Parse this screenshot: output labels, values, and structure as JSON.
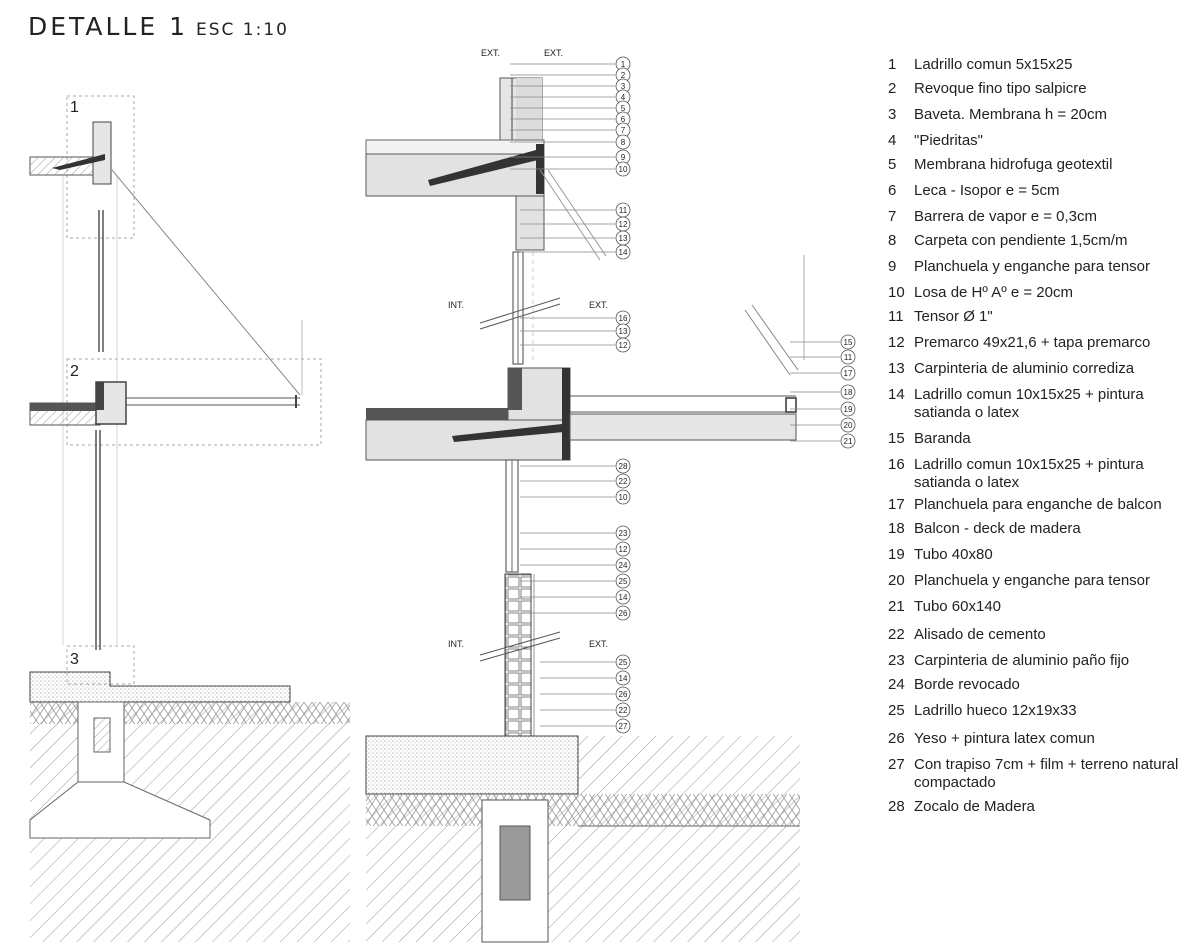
{
  "title": {
    "main": "DETALLE 1",
    "scale": "ESC 1:10"
  },
  "zones": [
    "1",
    "2",
    "3"
  ],
  "ext_int": {
    "ext": "EXT.",
    "int": "INT."
  },
  "legend": [
    {
      "n": "1",
      "text": "Ladrillo comun 5x15x25"
    },
    {
      "n": "2",
      "text": "Revoque fino tipo salpicre"
    },
    {
      "n": "3",
      "text": "Baveta. Membrana h = 20cm"
    },
    {
      "n": "4",
      "text": "\"Piedritas\""
    },
    {
      "n": "5",
      "text": "Membrana hidrofuga geotextil"
    },
    {
      "n": "6",
      "text": "Leca - Isopor e = 5cm"
    },
    {
      "n": "7",
      "text": "Barrera de vapor e = 0,3cm"
    },
    {
      "n": "8",
      "text": "Carpeta con pendiente 1,5cm/m"
    },
    {
      "n": "9",
      "text": "Planchuela y enganche para tensor"
    },
    {
      "n": "10",
      "text": "Losa de Hº Aº e = 20cm"
    },
    {
      "n": "11",
      "text": "Tensor Ø 1\""
    },
    {
      "n": "12",
      "text": "Premarco 49x21,6 + tapa premarco"
    },
    {
      "n": "13",
      "text": "Carpinteria de aluminio corrediza"
    },
    {
      "n": "14",
      "text": "Ladrillo comun 10x15x25 + pintura satianda o latex"
    },
    {
      "n": "15",
      "text": "Baranda"
    },
    {
      "n": "16",
      "text": "Ladrillo comun 10x15x25 + pintura satianda o latex"
    },
    {
      "n": "17",
      "text": "Planchuela para enganche de balcon"
    },
    {
      "n": "18",
      "text": "Balcon - deck de madera"
    },
    {
      "n": "19",
      "text": "Tubo 40x80"
    },
    {
      "n": "20",
      "text": "Planchuela y enganche para tensor"
    },
    {
      "n": "21",
      "text": "Tubo 60x140"
    },
    {
      "n": "22",
      "text": "Alisado de cemento"
    },
    {
      "n": "23",
      "text": "Carpinteria de aluminio paño fijo"
    },
    {
      "n": "24",
      "text": "Borde revocado"
    },
    {
      "n": "25",
      "text": "Ladrillo hueco 12x19x33"
    },
    {
      "n": "26",
      "text": "Yeso + pintura latex comun"
    },
    {
      "n": "27",
      "text": "Con trapiso 7cm + film + terreno natural compactado"
    },
    {
      "n": "28",
      "text": "Zocalo de Madera"
    }
  ],
  "callouts": {
    "top": [
      "1",
      "2",
      "3",
      "4",
      "5",
      "6",
      "7",
      "8",
      "9",
      "10"
    ],
    "window_top": [
      "11",
      "12",
      "13",
      "14"
    ],
    "window_mid": [
      "16",
      "13",
      "12"
    ],
    "balcony": [
      "15",
      "11",
      "17",
      "18",
      "19",
      "20",
      "21"
    ],
    "slab_bottom": [
      "28",
      "22",
      "10"
    ],
    "lower": [
      "23",
      "12",
      "24",
      "25",
      "14",
      "26"
    ],
    "base": [
      "25",
      "14",
      "26",
      "22",
      "27"
    ]
  }
}
